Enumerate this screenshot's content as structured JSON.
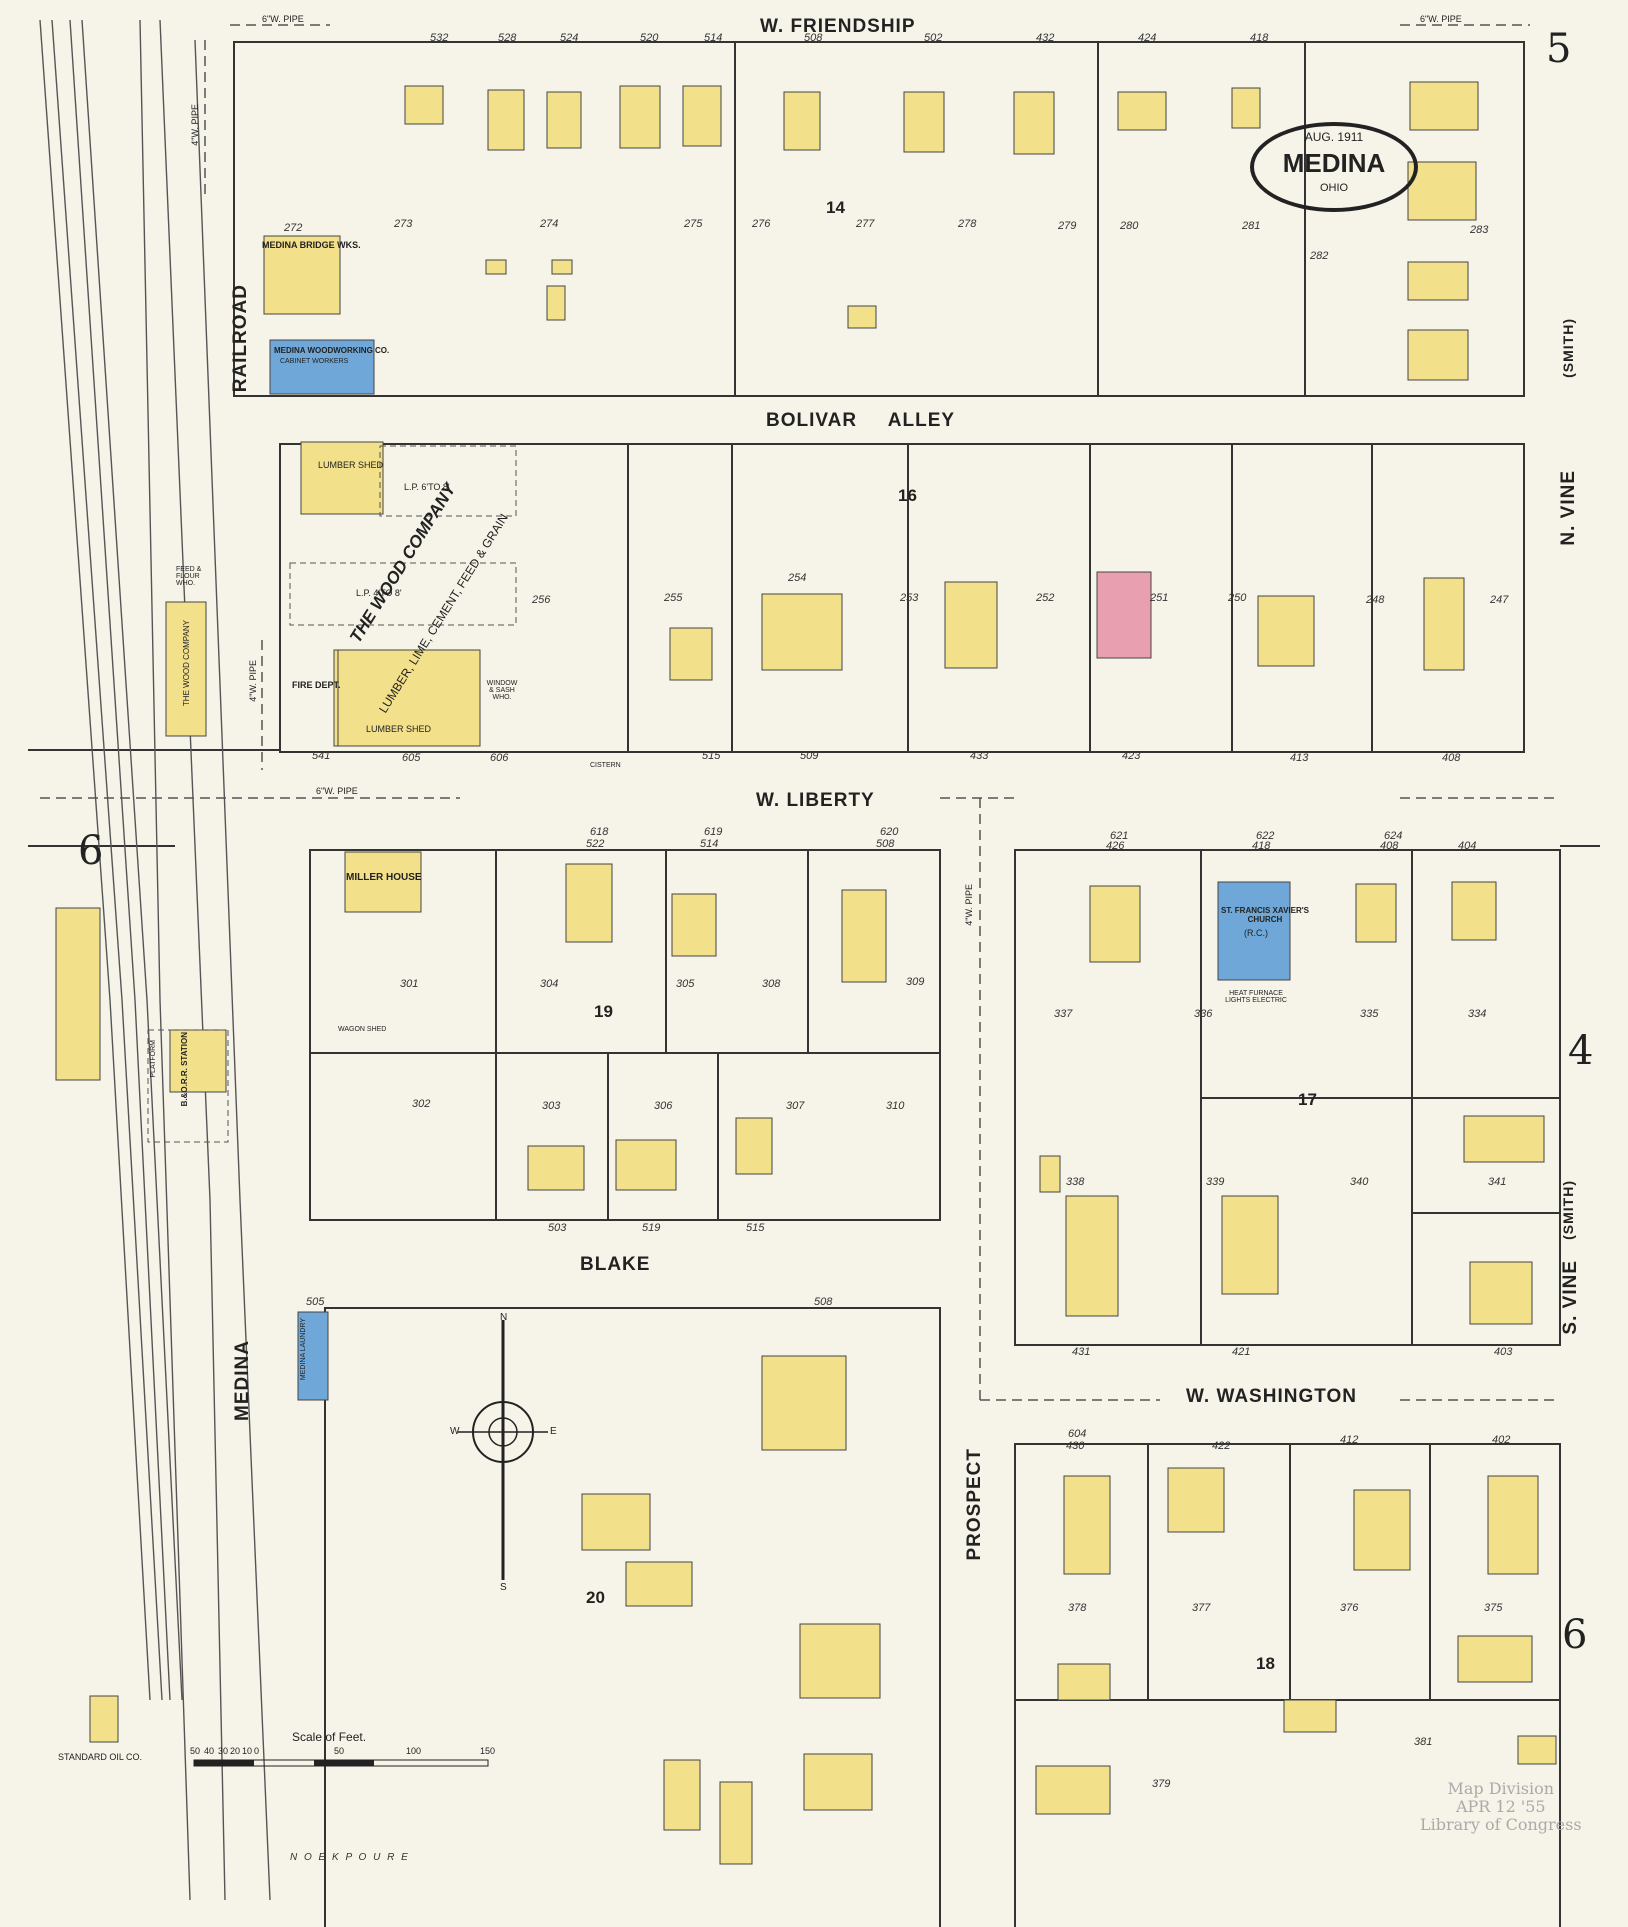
{
  "sheet": {
    "number": "5",
    "city": "MEDINA",
    "state": "OHIO",
    "date": "AUG. 1911",
    "adjacent_sheets": [
      "6",
      "4",
      "6"
    ]
  },
  "streets": {
    "w_friendship": "W. FRIENDSHIP",
    "bolivar_alley": "BOLIVAR     ALLEY",
    "w_liberty": "W. LIBERTY",
    "blake": "BLAKE",
    "w_washington": "W. WASHINGTON",
    "railroad": "RAILROAD",
    "medina": "MEDINA",
    "prospect": "PROSPECT",
    "n_vine": "N. VINE",
    "s_vine": "S. VINE",
    "smith": "(SMITH)",
    "bottom": "N  O  E  K  P  O  U  R  E"
  },
  "blocks": [
    "14",
    "16",
    "19",
    "17",
    "20",
    "18"
  ],
  "parcels": [
    "273",
    "274",
    "275",
    "276",
    "277",
    "278",
    "279",
    "280",
    "281",
    "282",
    "283",
    "256",
    "255",
    "254",
    "253",
    "252",
    "251",
    "250",
    "248",
    "247",
    "301",
    "304",
    "305",
    "308",
    "309",
    "302",
    "303",
    "306",
    "307",
    "310",
    "337",
    "336",
    "335",
    "334",
    "338",
    "339",
    "340",
    "341",
    "378",
    "377",
    "376",
    "375",
    "379",
    "381",
    "272"
  ],
  "house_numbers": [
    "532",
    "528",
    "524",
    "520",
    "514",
    "508",
    "502",
    "432",
    "424",
    "418",
    "541",
    "605",
    "606",
    "515",
    "509",
    "433",
    "423",
    "413",
    "408",
    "618",
    "522",
    "619",
    "514",
    "620",
    "508",
    "621",
    "426",
    "622",
    "418",
    "624",
    "408",
    "404",
    "503",
    "519",
    "515",
    "431",
    "421",
    "403",
    "604",
    "430",
    "422",
    "412",
    "402",
    "505",
    "508"
  ],
  "businesses": {
    "bridge_works": "MEDINA BRIDGE WKS.",
    "woodworking": "MEDINA WOODWORKING CO.",
    "woodworking_sub": "CABINET WORKERS",
    "wood_company": "THE WOOD COMPANY",
    "wood_company_sub": "LUMBER, LIME, CEMENT, FEED & GRAIN",
    "lumber_shed": "LUMBER SHED",
    "lumber_shed2": "LUMBER SHED",
    "fire_dept": "FIRE DEPT.",
    "miller_house": "MILLER HOUSE",
    "church": "ST. FRANCIS XAVIER'S CHURCH",
    "church_sub": "(R.C.)",
    "church_note": "HEAT FURNACE LIGHTS ELECTRIC",
    "laundry": "MEDINA LAUNDRY",
    "station": "B.&O.R.R. STATION",
    "standard_oil": "STANDARD OIL CO.",
    "feed_flour": "FEED & FLOUR WHO.",
    "wood_co_side": "THE WOOD COMPANY",
    "cistern": "CISTERN",
    "wagon_shed": "WAGON SHED",
    "window_sash": "WINDOW & SASH WHO.",
    "lp1": "L.P. 6'TO 8'",
    "lp2": "L.P. 4'TO 8'",
    "platform": "PLATFORM"
  },
  "pipes": [
    "6\"W. PIPE",
    "4\"W. PIPE",
    "6\"W. PIPE",
    "4\"W. PIPE",
    "6\"W. PIPE",
    "4\"W. PIPE"
  ],
  "scale": {
    "label": "Scale of Feet.",
    "ticks": [
      "50",
      "40",
      "30",
      "20",
      "10",
      "0",
      "50",
      "100",
      "150"
    ]
  },
  "compass": {
    "n": "N",
    "s": "S",
    "e": "E",
    "w": "W"
  },
  "stamp": {
    "line1": "Map Division",
    "line2": "APR 12 '55",
    "line3": "Library of Congress"
  },
  "colors": {
    "dwelling": "#f3e08a",
    "brick": "#e8a0b0",
    "stone": "#6fa8d8",
    "paper": "#f6f3e8",
    "line": "#333333"
  }
}
